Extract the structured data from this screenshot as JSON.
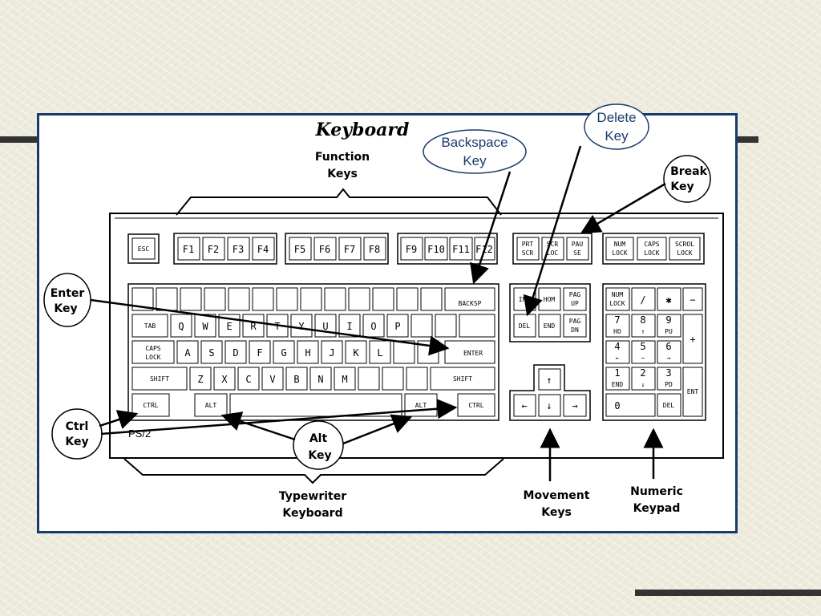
{
  "diagram": {
    "title": "Keyboard",
    "model": "PS/2",
    "callouts": {
      "function_keys": [
        "Function",
        "Keys"
      ],
      "backspace_key": [
        "Backspace",
        "Key"
      ],
      "delete_key": [
        "Delete",
        "Key"
      ],
      "break_key": [
        "Break",
        "Key"
      ],
      "enter_key": [
        "Enter",
        "Key"
      ],
      "ctrl_key": [
        "Ctrl",
        "Key"
      ],
      "alt_key": [
        "Alt",
        "Key"
      ],
      "typewriter_keyboard": [
        "Typewriter",
        "Keyboard"
      ],
      "movement_keys": [
        "Movement",
        "Keys"
      ],
      "numeric_keypad": [
        "Numeric",
        "Keypad"
      ]
    },
    "key_labels": {
      "esc": "ESC",
      "f1": "F1",
      "f2": "F2",
      "f3": "F3",
      "f4": "F4",
      "f5": "F5",
      "f6": "F6",
      "f7": "F7",
      "f8": "F8",
      "f9": "F9",
      "f10": "F10",
      "f11": "F11",
      "f12": "F12",
      "prt_scr": [
        "PRT",
        "SCR"
      ],
      "scr_loc": [
        "SCR",
        "LOC"
      ],
      "pau_se": [
        "PAU",
        "SE"
      ],
      "num_lock": [
        "NUM",
        "LOCK"
      ],
      "caps_lock_ind": [
        "CAPS",
        "LOCK"
      ],
      "scrol_lock": [
        "SCROL",
        "LOCK"
      ],
      "backspace": "BACKSP",
      "tab": "TAB",
      "caps": [
        "CAPS",
        "LOCK"
      ],
      "enter": "ENTER",
      "shift": "SHIFT",
      "ctrl": "CTRL",
      "alt": "ALT",
      "ins": "INS",
      "hom": "HOM",
      "pag_up": [
        "PAG",
        "UP"
      ],
      "del": "DEL",
      "end": "END",
      "pag_dn": [
        "PAG",
        "DN"
      ],
      "ent": "ENT",
      "zero": "0",
      "plus": "+",
      "minus": "−",
      "slash": "/",
      "star": "✱",
      "row_q": [
        "Q",
        "W",
        "E",
        "R",
        "T",
        "Y",
        "U",
        "I",
        "O",
        "P"
      ],
      "row_a": [
        "A",
        "S",
        "D",
        "F",
        "G",
        "H",
        "J",
        "K",
        "L"
      ],
      "row_z": [
        "Z",
        "X",
        "C",
        "V",
        "B",
        "N",
        "M"
      ],
      "num_7": [
        "7",
        "HO"
      ],
      "num_8": [
        "8",
        "↑"
      ],
      "num_9": [
        "9",
        "PU"
      ],
      "num_4": [
        "4",
        "←"
      ],
      "num_5": [
        "5",
        "−"
      ],
      "num_6": [
        "6",
        "→"
      ],
      "num_1": [
        "1",
        "END"
      ],
      "num_2": [
        "2",
        "↓"
      ],
      "num_3": [
        "3",
        "PD"
      ]
    },
    "colors": {
      "border": "#1a3a6e",
      "callout_text": "#1a3a6e"
    }
  }
}
